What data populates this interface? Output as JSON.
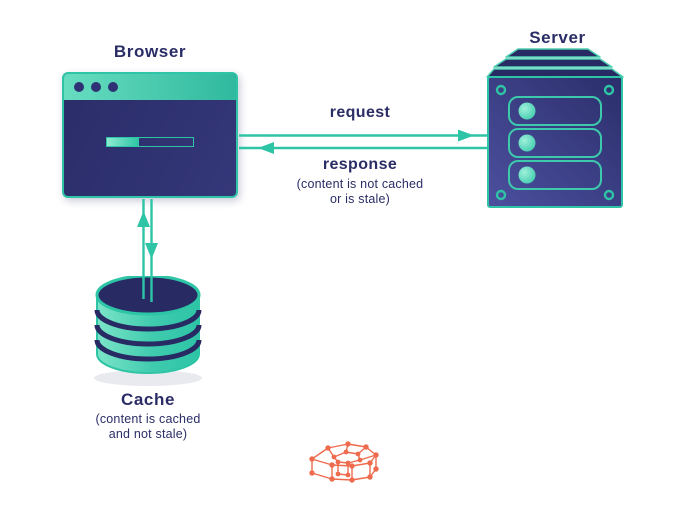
{
  "diagram": {
    "title_context": "browser-cache-flow-diagram",
    "nodes": {
      "browser": {
        "label": "Browser"
      },
      "server": {
        "label": "Server"
      },
      "cache": {
        "label": "Cache",
        "note_line1": "(content is cached",
        "note_line2": "and not stale)"
      }
    },
    "edges": {
      "request": {
        "label": "request",
        "direction": "browser-to-server"
      },
      "response": {
        "label": "response",
        "direction": "server-to-browser",
        "note_line1": "(content is not cached",
        "note_line2": "or is stale)"
      },
      "cache_lookup": {
        "direction": "browser-to-cache-and-back"
      }
    },
    "icons": {
      "browser": "browser-window-icon",
      "server": "server-tower-icon",
      "cache": "database-cylinder-icon",
      "logo": "wireframe-cube-logo-icon"
    },
    "colors": {
      "teal": "#2ec4a6",
      "teal_light": "#8cebd0",
      "navy": "#2b2e6b",
      "navy_dark": "#272a63",
      "indigo": "#4c509e",
      "text_navy": "#2b2d66",
      "coral": "#ee6b4d",
      "background": "#ffffff"
    }
  }
}
